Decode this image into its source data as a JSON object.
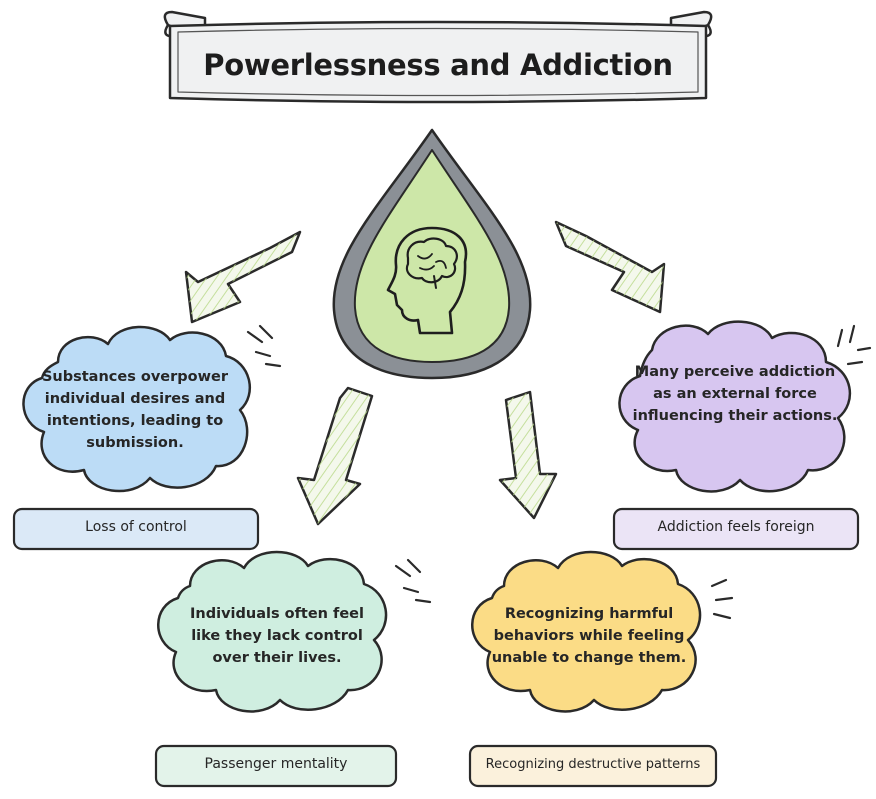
{
  "title": "Powerlessness and Addiction",
  "center_icon": "brain-head-icon",
  "concepts": [
    {
      "id": "loss-of-control",
      "label": "Loss of control",
      "description_lines": [
        "Substances overpower",
        "individual desires and",
        "intentions, leading to",
        "submission."
      ],
      "color": "#bcdcf6"
    },
    {
      "id": "addiction-feels-foreign",
      "label": "Addiction feels foreign",
      "description_lines": [
        "Many perceive addiction",
        "as an external force",
        "influencing their actions."
      ],
      "color": "#d7c6f0"
    },
    {
      "id": "passenger-mentality",
      "label": "Passenger mentality",
      "description_lines": [
        "Individuals often feel",
        "like they lack control",
        "over their lives."
      ],
      "color": "#cfeee0"
    },
    {
      "id": "recognizing-destructive-patterns",
      "label": "Recognizing destructive patterns",
      "description_lines": [
        "Recognizing harmful",
        "behaviors while feeling",
        "unable to change them."
      ],
      "color": "#fbdc86"
    }
  ],
  "colors": {
    "drop_fill": "#cde7a8",
    "drop_outline": "#8b9096",
    "banner_fill": "#f0f1f2",
    "arrow_fill": "#f4f8ec",
    "label_fill_blue": "#dbe9f7",
    "label_fill_purple": "#ebe4f6",
    "label_fill_green": "#e3f3ea",
    "label_fill_yellow": "#fbf1dc"
  }
}
